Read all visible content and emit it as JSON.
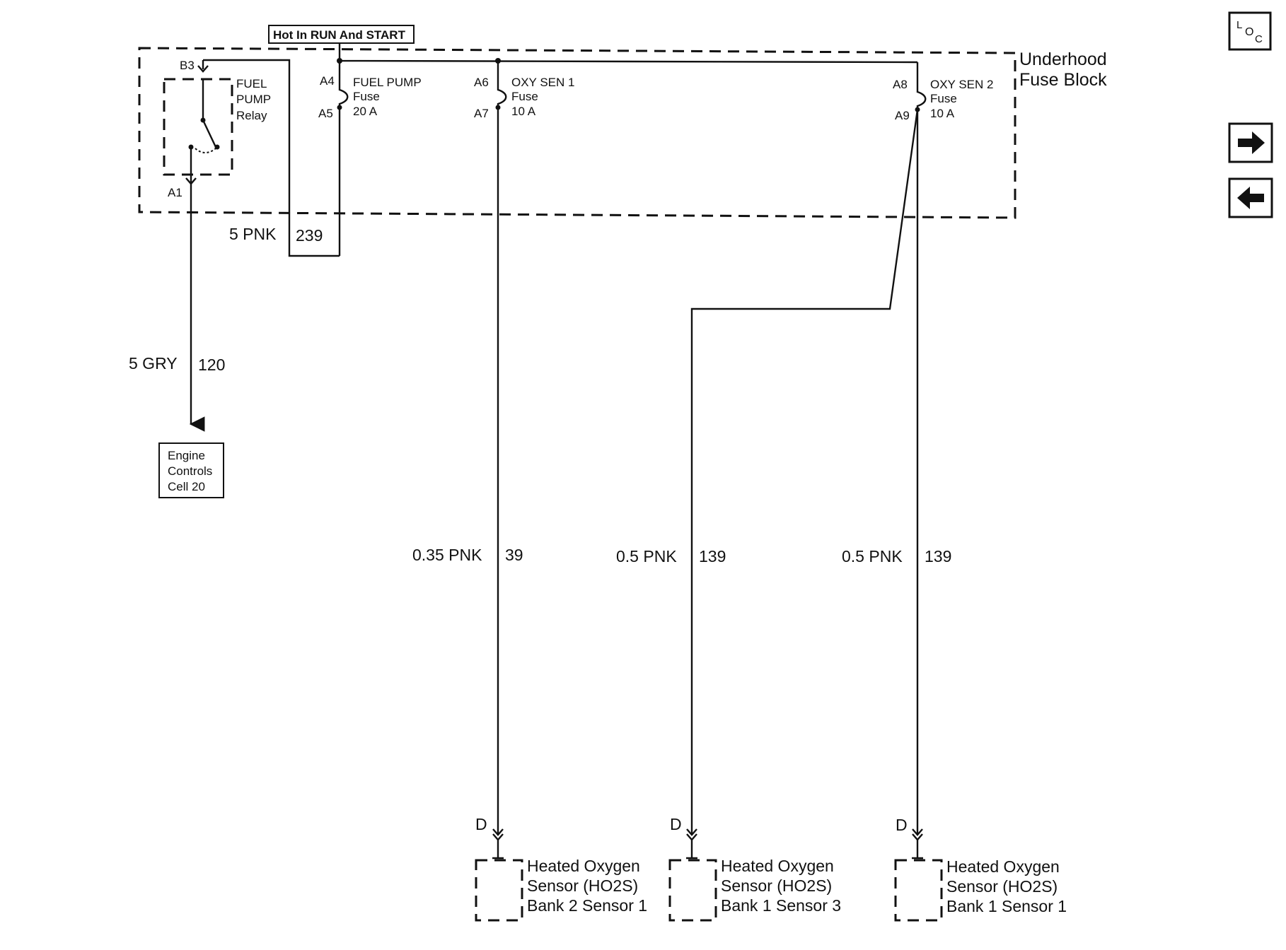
{
  "header": {
    "hot_label": "Hot In RUN And START"
  },
  "fuse_block": {
    "label_line1": "Underhood",
    "label_line2": "Fuse Block"
  },
  "relay": {
    "pin_top": "B3",
    "pin_bottom": "A1",
    "name_line1": "FUEL",
    "name_line2": "PUMP",
    "name_line3": "Relay"
  },
  "fuses": [
    {
      "pin_in": "A4",
      "pin_out": "A5",
      "name": "FUEL PUMP",
      "kind": "Fuse",
      "rating": "20 A"
    },
    {
      "pin_in": "A6",
      "pin_out": "A7",
      "name": "OXY SEN 1",
      "kind": "Fuse",
      "rating": "10 A"
    },
    {
      "pin_in": "A8",
      "pin_out": "A9",
      "name": "OXY SEN 2",
      "kind": "Fuse",
      "rating": "10 A"
    }
  ],
  "wires": {
    "relay_feed": {
      "gauge_color": "5 PNK",
      "circuit": "239"
    },
    "relay_output": {
      "gauge_color": "5 GRY",
      "circuit": "120"
    },
    "ho2s_b2s1": {
      "gauge_color": "0.35 PNK",
      "circuit": "39"
    },
    "ho2s_b1s3": {
      "gauge_color": "0.5 PNK",
      "circuit": "139"
    },
    "ho2s_b1s1": {
      "gauge_color": "0.5 PNK",
      "circuit": "139"
    }
  },
  "destination": {
    "line1": "Engine",
    "line2": "Controls",
    "line3": "Cell 20"
  },
  "sensors": [
    {
      "pin": "D",
      "line1": "Heated Oxygen",
      "line2": "Sensor (HO2S)",
      "line3": "Bank 2 Sensor 1"
    },
    {
      "pin": "D",
      "line1": "Heated Oxygen",
      "line2": "Sensor (HO2S)",
      "line3": "Bank 1 Sensor 3"
    },
    {
      "pin": "D",
      "line1": "Heated Oxygen",
      "line2": "Sensor (HO2S)",
      "line3": "Bank 1 Sensor 1"
    }
  ],
  "nav": {
    "loc_l": "L",
    "loc_o": "O",
    "loc_c": "C",
    "next_glyph": "➔",
    "prev_glyph": "🡐"
  }
}
